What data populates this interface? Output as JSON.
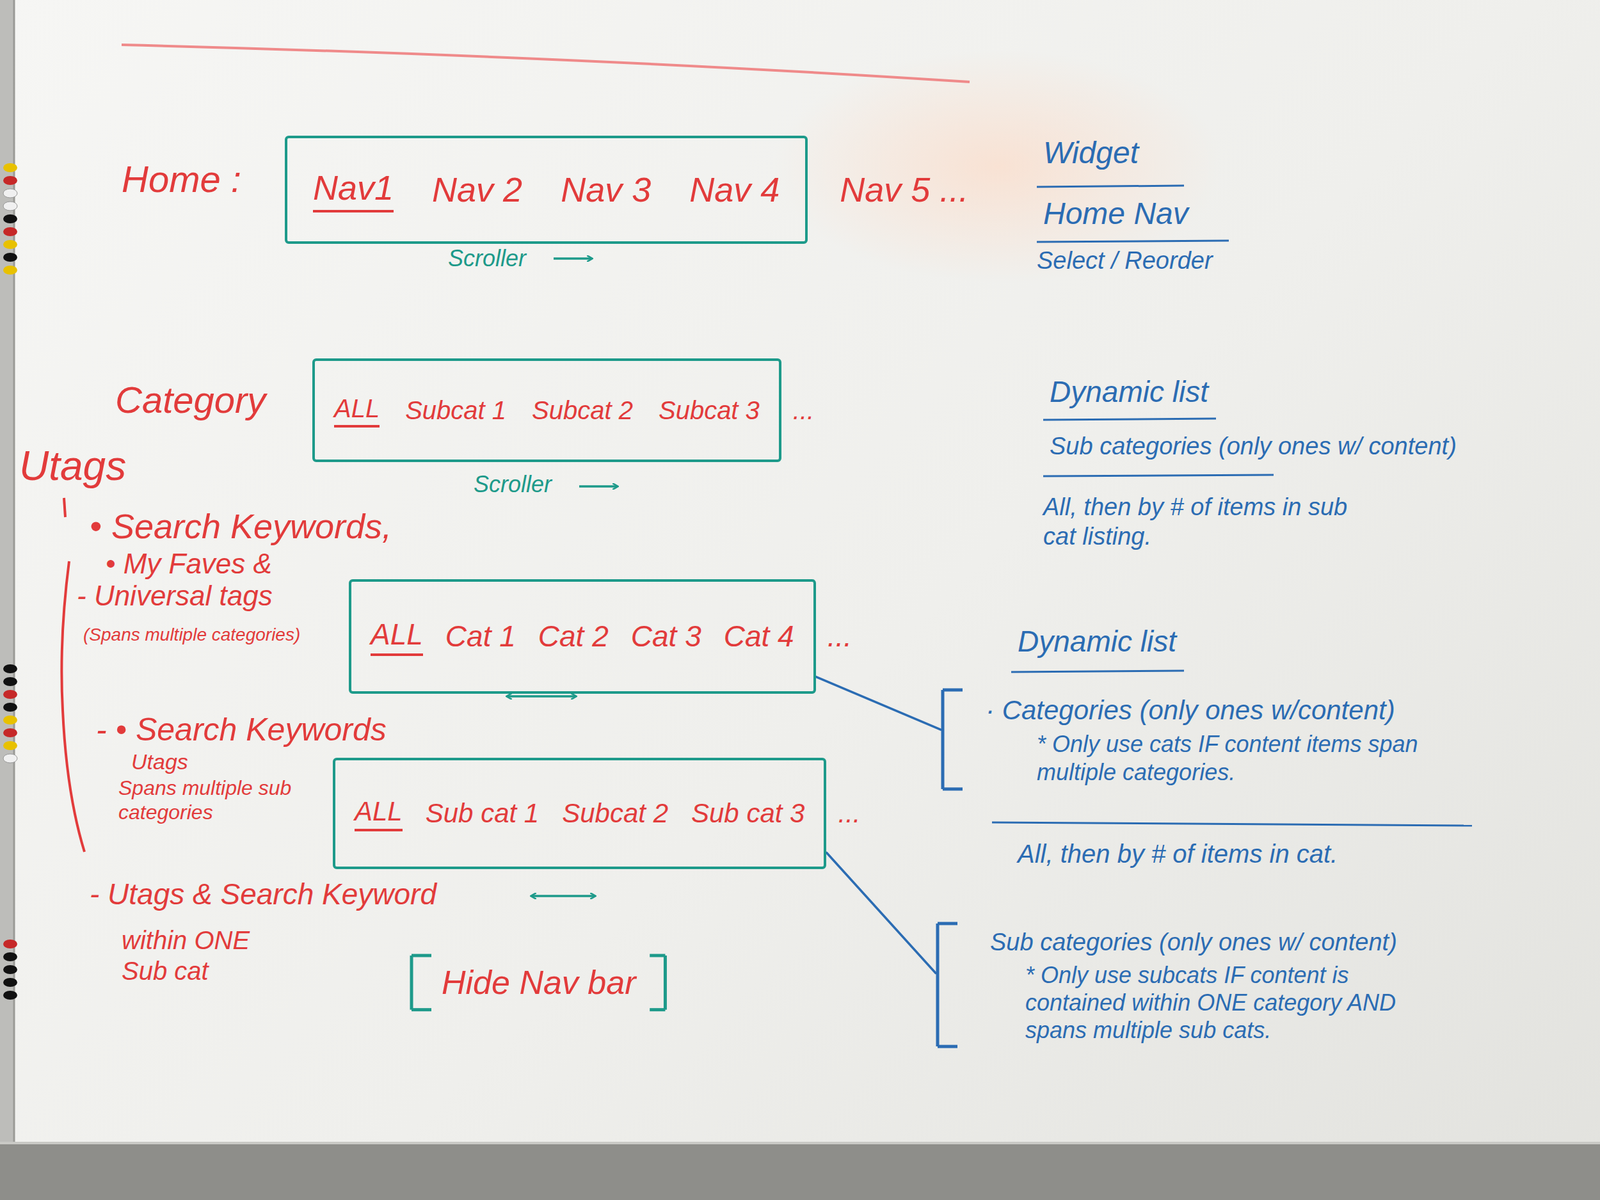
{
  "diagram": {
    "nodes": [
      {
        "text": [
          "Nav1",
          "Nav 2",
          "Nav 3",
          "Nav 4"
        ]
      },
      {
        "text": [
          "ALL",
          "Subcat 1",
          "Subcat 2",
          "Subcat 3"
        ]
      },
      {
        "text": [
          "ALL",
          "Cat 1",
          "Cat 2",
          "Cat 3",
          "Cat 4"
        ]
      },
      {
        "text": [
          "ALL",
          "Sub cat 1",
          "Subcat 2",
          "Sub cat 3"
        ]
      },
      {
        "text": [
          "Hide Nav bar"
        ]
      },
      {
        "text": [
          "· Categories (only ones w/content)",
          "* Only use cats IF content items span multiple categories."
        ]
      },
      {
        "text": [
          "Sub categories (only ones w/ content)",
          "* Only use subcats IF content is contained within ONE category AND spans multiple sub cats."
        ]
      }
    ],
    "edges": [
      {
        "from": 2,
        "to": 5,
        "arrow": "none"
      },
      {
        "from": 3,
        "to": 6,
        "arrow": "none"
      }
    ],
    "labels": [
      "Home :",
      "Nav 5 ...",
      "Scroller",
      "Widget",
      "Home Nav",
      "Select / Reorder",
      "Category",
      "...",
      "Scroller",
      "Dynamic list",
      "Sub categories (only ones w/ content)",
      "All, then by # of items in sub cat listing.",
      "Utags",
      "• Search Keywords,",
      "• My Faves &",
      "- Universal tags",
      "(Spans multiple categories)",
      "...",
      "- • Search Keywords",
      "Utags",
      "Spans multiple sub categories",
      "...",
      "- Utags & Search Keyword",
      "within ONE Sub cat",
      "Dynamic list",
      "All, then by # of items in cat."
    ]
  }
}
